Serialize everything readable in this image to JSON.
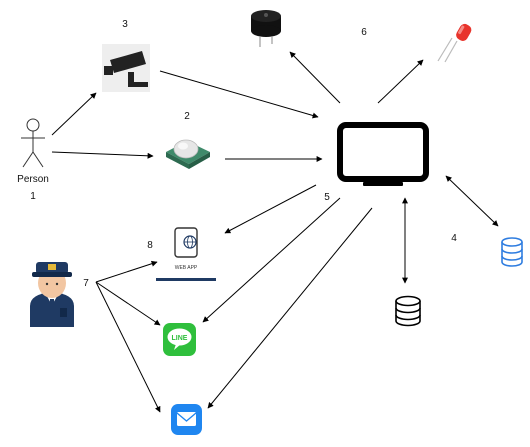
{
  "labels": {
    "person": "Person",
    "n1": "1",
    "n2": "2",
    "n3": "3",
    "n4": "4",
    "n5": "5",
    "n6": "6",
    "n7": "7",
    "n8": "8",
    "web_app": "WEB APP",
    "line": "LINE"
  },
  "icons": {
    "person": "stick-figure-icon",
    "camera": "cctv-camera-icon",
    "pir": "pir-sensor-icon",
    "buzzer": "buzzer-icon",
    "led": "led-icon",
    "monitor": "monitor-icon",
    "database_right": "database-icon",
    "database_mid": "database-icon",
    "police": "police-officer-icon",
    "web_app": "mobile-web-app-icon",
    "line": "line-app-icon",
    "mail": "mail-icon"
  },
  "colors": {
    "line_green": "#2fbf3c",
    "mail_blue": "#1f86f0",
    "db_blue": "#2f7de0",
    "police_navy": "#1f3a63",
    "led_red": "#e8342c",
    "pir_green": "#3f8a6a"
  }
}
